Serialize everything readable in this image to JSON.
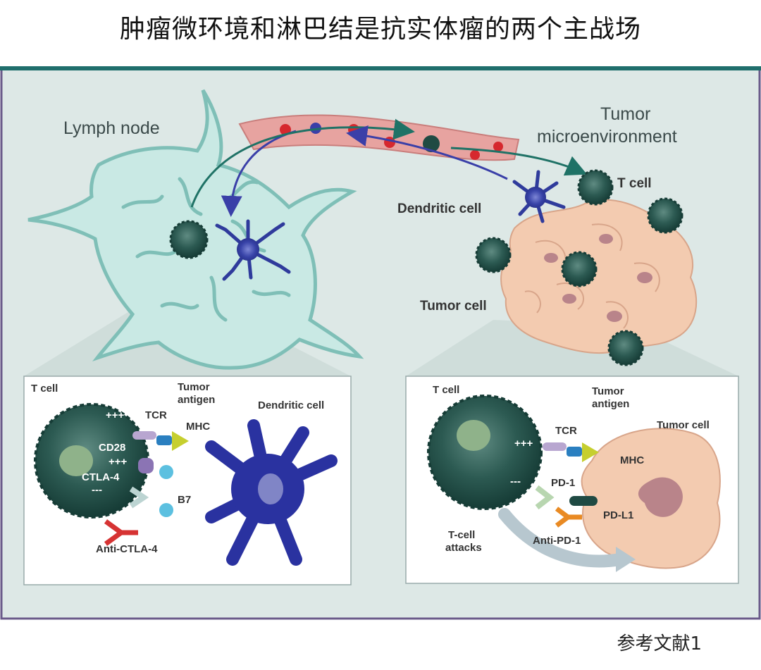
{
  "title": "肿瘤微环境和淋巴结是抗实体瘤的两个主战场",
  "reference": "参考文献1",
  "diagram": {
    "lymph_node": "Lymph node",
    "tumor_micro_line1": "Tumor",
    "tumor_micro_line2": "microenvironment",
    "t_cell": "T cell",
    "dendritic_cell": "Dendritic cell",
    "tumor_cell": "Tumor cell"
  },
  "left_inset": {
    "t_cell": "T cell",
    "tumor_antigen_1": "Tumor",
    "tumor_antigen_2": "antigen",
    "dendritic_cell": "Dendritic cell",
    "tcr": "TCR",
    "mhc": "MHC",
    "cd28": "CD28",
    "plus1": "+++",
    "plus2": "+++",
    "ctla4": "CTLA-4",
    "minus": "---",
    "b7": "B7",
    "anti_ctla4": "Anti-CTLA-4"
  },
  "right_inset": {
    "t_cell": "T cell",
    "tumor_antigen_1": "Tumor",
    "tumor_antigen_2": "antigen",
    "tumor_cell": "Tumor cell",
    "tcr": "TCR",
    "plus": "+++",
    "mhc": "MHC",
    "minus": "---",
    "pd1": "PD-1",
    "pdl1": "PD-L1",
    "anti_pd1": "Anti-PD-1",
    "attacks_1": "T-cell",
    "attacks_2": "attacks"
  },
  "colors": {
    "panel_bg": "#dde8e6",
    "panel_border_top": "#1f6e6c",
    "panel_border": "#6a5a8a",
    "lymph_fill": "#c9e9e4",
    "lymph_stroke": "#7fbfb7",
    "t_cell": "#1f4a43",
    "dendritic": "#2f3b9c",
    "tumor_cell": "#f3cbb0",
    "vessel": "#e7a3a0",
    "teal_arrow": "#1f7266",
    "ctla4_red": "#d63333",
    "pd1_orange": "#e98a23"
  }
}
